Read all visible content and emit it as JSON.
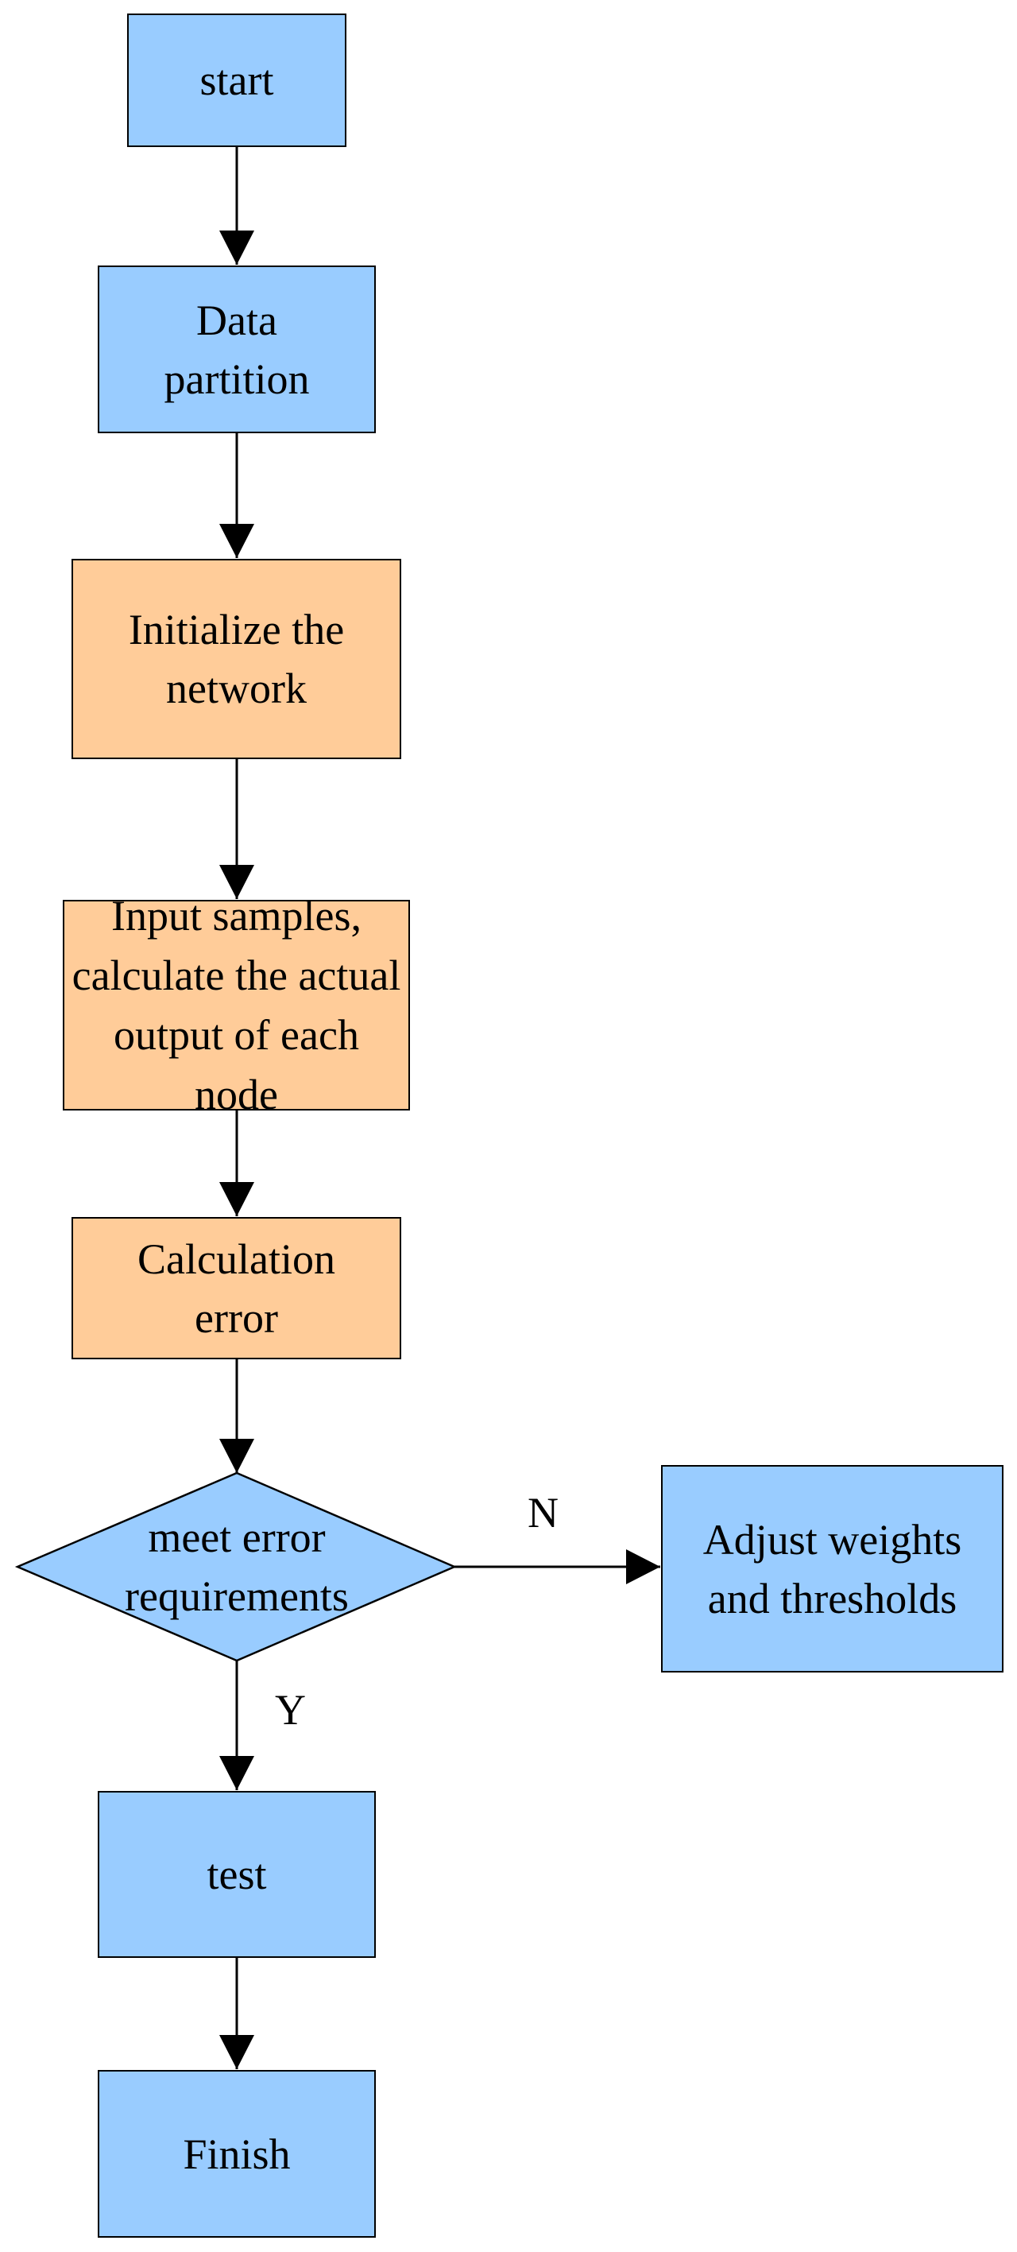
{
  "colors": {
    "blue": "#99CCFF",
    "orange": "#FFCC99",
    "stroke": "#000000"
  },
  "nodes": {
    "start": "start",
    "data_partition": "Data partition",
    "initialize": "Initialize the network",
    "input_samples": "Input samples, calculate the actual output of each node",
    "calc_error": "Calculation error",
    "decision": "meet error requirements",
    "adjust": "Adjust weights and thresholds",
    "test": "test",
    "finish": "Finish"
  },
  "edges": {
    "no_label": "N",
    "yes_label": "Y"
  }
}
